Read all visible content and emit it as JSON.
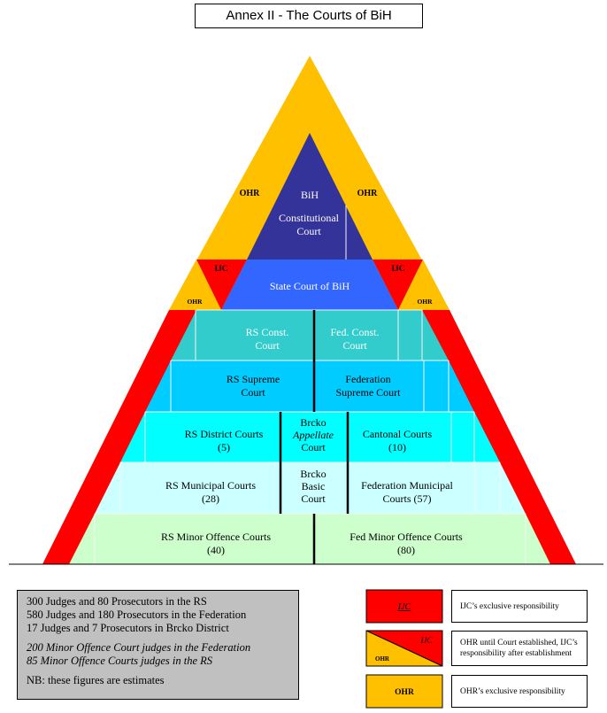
{
  "title": "Annex II  - The Courts of BiH",
  "pyramid": {
    "apex": {
      "owner_left": "OHR",
      "owner_right": "OHR",
      "court_line1": "BiH",
      "court_line2": "Constitutional",
      "court_line3": "Court"
    },
    "state_level": {
      "left_ijc": "IJC",
      "left_ohr": "OHR",
      "court": "State Court of BiH",
      "right_ijc": "IJC",
      "right_ohr": "OHR"
    },
    "rows": [
      {
        "left": [
          "RS Const.",
          "Court"
        ],
        "right": [
          "Fed. Const.",
          "Court"
        ]
      },
      {
        "left": [
          "RS Supreme",
          "Court"
        ],
        "right": [
          "Federation",
          "Supreme Court"
        ]
      },
      {
        "left": [
          "RS District Courts",
          "(5)"
        ],
        "middle": [
          "Brcko",
          "Appellate",
          "Court"
        ],
        "right": [
          "Cantonal Courts",
          "(10)"
        ]
      },
      {
        "left": [
          "RS Municipal Courts",
          "(28)"
        ],
        "middle": [
          "Brcko",
          "Basic",
          "Court"
        ],
        "right": [
          "Federation Municipal",
          "Courts (57)"
        ]
      },
      {
        "left": [
          "RS Minor Offence Courts",
          "(40)"
        ],
        "right": [
          "Fed Minor Offence Courts",
          "(80)"
        ]
      }
    ]
  },
  "stats": {
    "line1": "300 Judges and 80 Prosecutors in the RS",
    "line2": "580 Judges and 180 Prosecutors in the Federation",
    "line3": "17 Judges and 7 Prosecutors in Brcko District",
    "line4": "200 Minor Offence Court judges in the Federation",
    "line5": "85 Minor Offence Courts judges in the RS",
    "note": "NB: these figures are estimates"
  },
  "legend": [
    {
      "swatch": "IJC",
      "label": "IJC’s exclusive responsibility",
      "color": "#ff0000"
    },
    {
      "swatch_top": "IJC",
      "swatch_bottom": "OHR",
      "label_line1": "OHR until Court established, IJC’s",
      "label_line2": "responsibility after establishment",
      "color_a": "#ff0000",
      "color_b": "#ffc000"
    },
    {
      "swatch": "OHR",
      "label": "OHR’s exclusive responsibility",
      "color": "#ffc000"
    }
  ],
  "colors": {
    "ohr": "#ffc000",
    "ijc": "#ff0000",
    "constitutional": "#333399",
    "state_court": "#3366ff",
    "const_row": "#33cccc",
    "supreme_row": "#00ccff",
    "district_row": "#00ffff",
    "municipal_row": "#ccffff",
    "minor_row": "#ccffcc"
  }
}
